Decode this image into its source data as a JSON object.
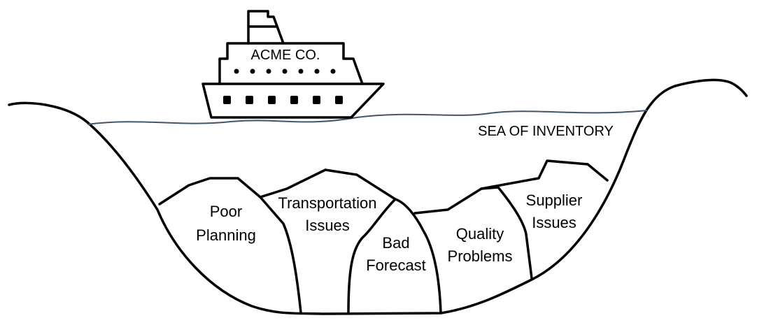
{
  "ship": {
    "name": "ACME CO."
  },
  "sea": {
    "label": "SEA OF INVENTORY"
  },
  "rocks": [
    {
      "lines": [
        "Poor",
        "Planning"
      ]
    },
    {
      "lines": [
        "Transportation",
        "Issues"
      ]
    },
    {
      "lines": [
        "Bad",
        "Forecast"
      ]
    },
    {
      "lines": [
        "Quality",
        "Problems"
      ]
    },
    {
      "lines": [
        "Supplier",
        "Issues"
      ]
    }
  ],
  "colors": {
    "outline": "#000000",
    "water": "#44546a",
    "background": "#ffffff"
  }
}
